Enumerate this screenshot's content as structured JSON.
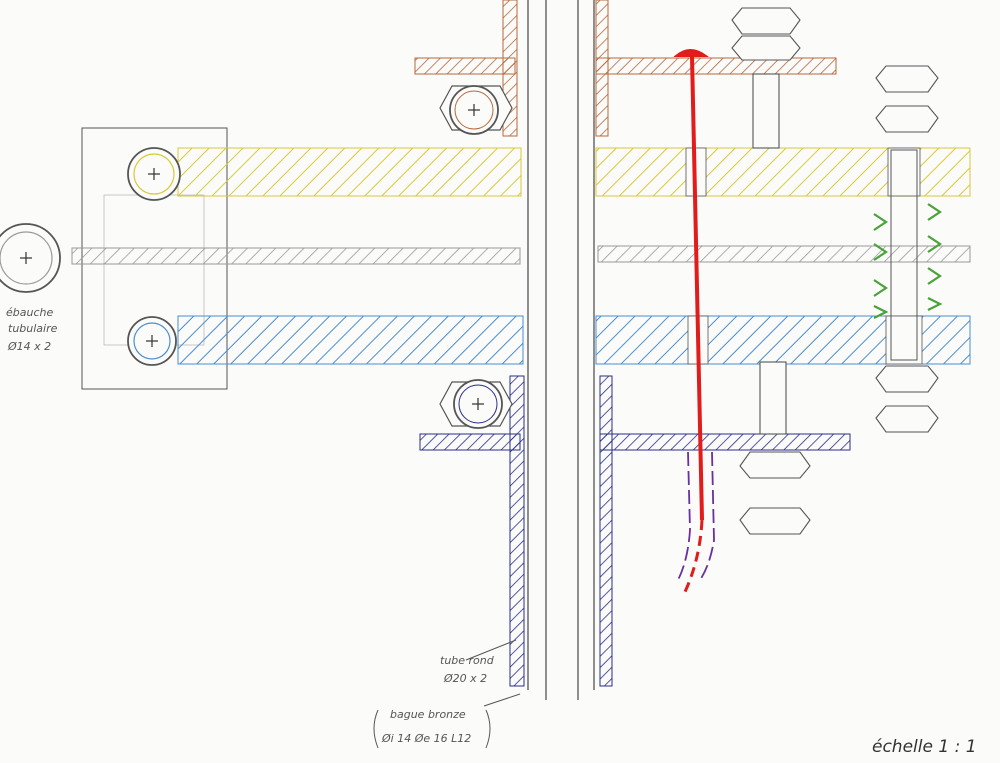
{
  "annotations": {
    "tube_blank_line1": "ébauche",
    "tube_blank_line2": "tubulaire",
    "tube_blank_dim": "Ø14 x 2",
    "round_tube_line1": "tube rond",
    "round_tube_dim": "Ø20 x 2",
    "bushing_line1": "bague bronze",
    "bushing_dims": "Øi 14  Øe 16  L12",
    "scale": "échelle 1 : 1"
  },
  "colors": {
    "yellow_hatch": "#d9c93a",
    "grey_hatch": "#9a9a9a",
    "blue_hatch": "#4a8ed0",
    "navy_hatch": "#2a2f8a",
    "brown_hatch": "#b8683a",
    "red_tube": "#e21b1b",
    "purple_line": "#6a2fa0",
    "green_spring": "#49a33a",
    "pencil": "#555555"
  }
}
